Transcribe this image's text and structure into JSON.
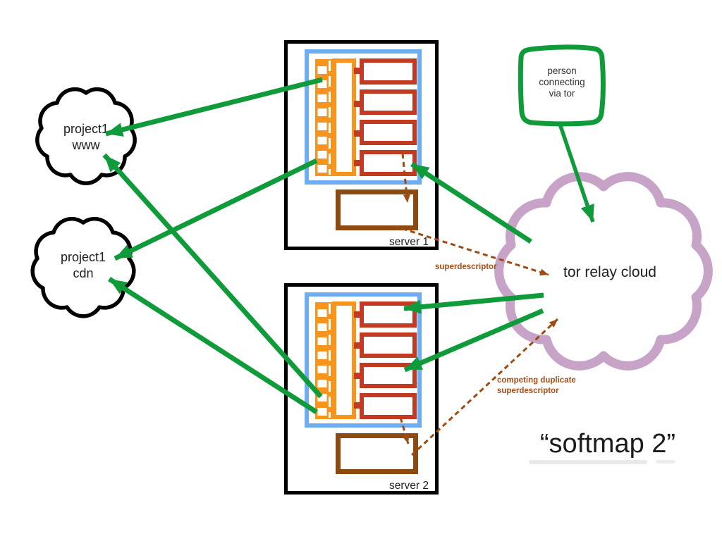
{
  "clouds": {
    "www": {
      "line1": "project1",
      "line2": "www"
    },
    "cdn": {
      "line1": "project1",
      "line2": "cdn"
    },
    "tor": {
      "label": "tor relay cloud"
    }
  },
  "servers": [
    {
      "label": "server 1"
    },
    {
      "label": "server 2"
    }
  ],
  "person_box": {
    "line1": "person",
    "line2": "connecting",
    "line3": "via tor"
  },
  "labels": {
    "superdescriptor": "superdescriptor",
    "competing_line1": "competing duplicate",
    "competing_line2": "superdescriptor",
    "caption": "“softmap 2”"
  },
  "colors": {
    "arrow_green": "#109b3b",
    "orange": "#f7941e",
    "red": "#c23a21",
    "blue": "#6fadf3",
    "brown_box": "#8c4a10",
    "brown_dash": "#9e4a12",
    "brown_label": "#a54e19",
    "purple_cloud": "#c7a3c8",
    "outline_black": "#000000"
  }
}
